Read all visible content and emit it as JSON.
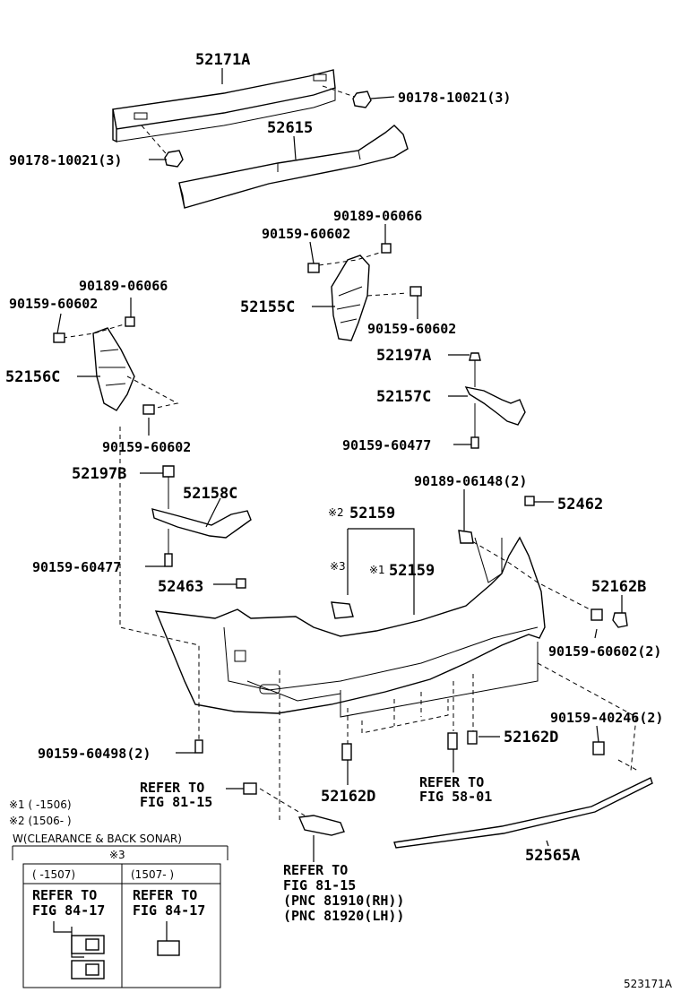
{
  "labels": {
    "reinforcement": "52171A",
    "absorber": "52615",
    "nut_r1": "90178-10021(3)",
    "nut_l1": "90178-10021(3)",
    "nut_rh_top": "90189-06066",
    "bolt_rh_top": "90159-60602",
    "retainer_rh": "52155C",
    "bolt_rh_side": "90159-60602",
    "nut_lh_top": "90189-06066",
    "bolt_lh_top": "90159-60602",
    "retainer_lh": "52156C",
    "bolt_lh_bottom": "90159-60602",
    "clip_rh": "52197A",
    "support_rh": "52157C",
    "screw_rh": "90159-60477",
    "clip_lh": "52197B",
    "support_lh": "52158C",
    "screw_lh": "90159-60477",
    "nut_bumper": "90189-06148(2)",
    "spacer_rh": "52462",
    "spacer_lh": "52463",
    "bumper_upper": "52159",
    "bumper_upper_mark": "※2",
    "bumper_lower": "52159",
    "bumper_lower_mark": "※1",
    "mark3": "※3",
    "clip_b": "52162B",
    "bolt_side_2": "90159-60602(2)",
    "bolt_side_40246": "90159-40246(2)",
    "clip_d_right": "52162D",
    "clip_d_center": "52162D",
    "bolt_lower_left": "90159-60498(2)",
    "moulding": "52565A",
    "refer_a_1": "REFER TO",
    "refer_a_2": "FIG 81-15",
    "refer_b_1": "REFER TO",
    "refer_b_2": "FIG 58-01",
    "refer_c_1": "REFER TO",
    "refer_c_2": "FIG 81-15",
    "refer_c_3": "(PNC 81910(RH))",
    "refer_c_4": "(PNC 81920(LH))",
    "figure_id": "523171A"
  },
  "notes": {
    "n1": "※1 (      -1506)",
    "n2": "※2 (1506-      )",
    "box_title": "W(CLEARANCE & BACK SONAR)",
    "box_mark": "※3",
    "col1_head": "(      -1507)",
    "col2_head": "(1507-      )",
    "col1_refer_1": "REFER TO",
    "col1_refer_2": "FIG 84-17",
    "col2_refer_1": "REFER TO",
    "col2_refer_2": "FIG 84-17"
  }
}
